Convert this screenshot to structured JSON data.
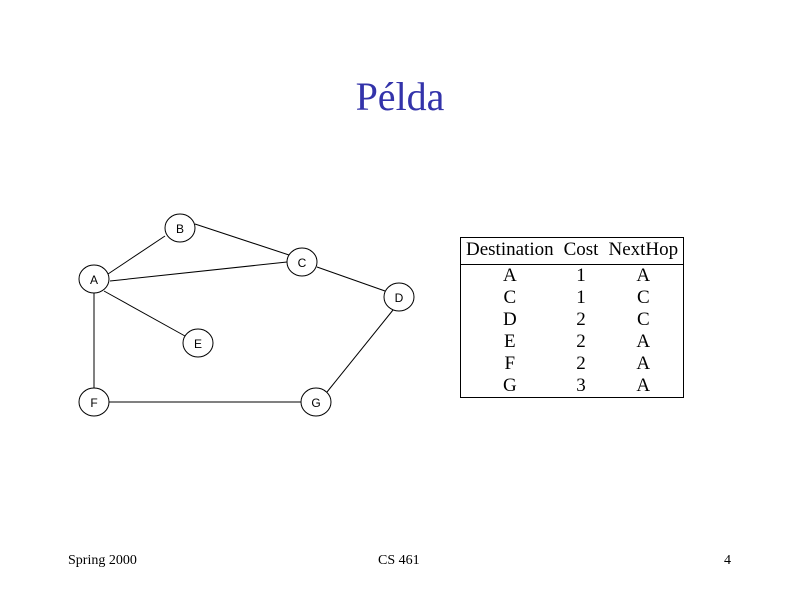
{
  "slide": {
    "title": "Példa",
    "footer": {
      "left": "Spring 2000",
      "center": "CS 461",
      "right": "4"
    }
  },
  "graph": {
    "nodes": [
      "A",
      "B",
      "C",
      "D",
      "E",
      "F",
      "G"
    ],
    "edges": [
      [
        "A",
        "B"
      ],
      [
        "A",
        "C"
      ],
      [
        "B",
        "C"
      ],
      [
        "A",
        "E"
      ],
      [
        "A",
        "F"
      ],
      [
        "C",
        "D"
      ],
      [
        "D",
        "G"
      ],
      [
        "F",
        "G"
      ]
    ]
  },
  "routing_table": {
    "headers": [
      "Destination",
      "Cost",
      "NextHop"
    ],
    "rows": [
      [
        "A",
        "1",
        "A"
      ],
      [
        "C",
        "1",
        "C"
      ],
      [
        "D",
        "2",
        "C"
      ],
      [
        "E",
        "2",
        "A"
      ],
      [
        "F",
        "2",
        "A"
      ],
      [
        "G",
        "3",
        "A"
      ]
    ]
  }
}
